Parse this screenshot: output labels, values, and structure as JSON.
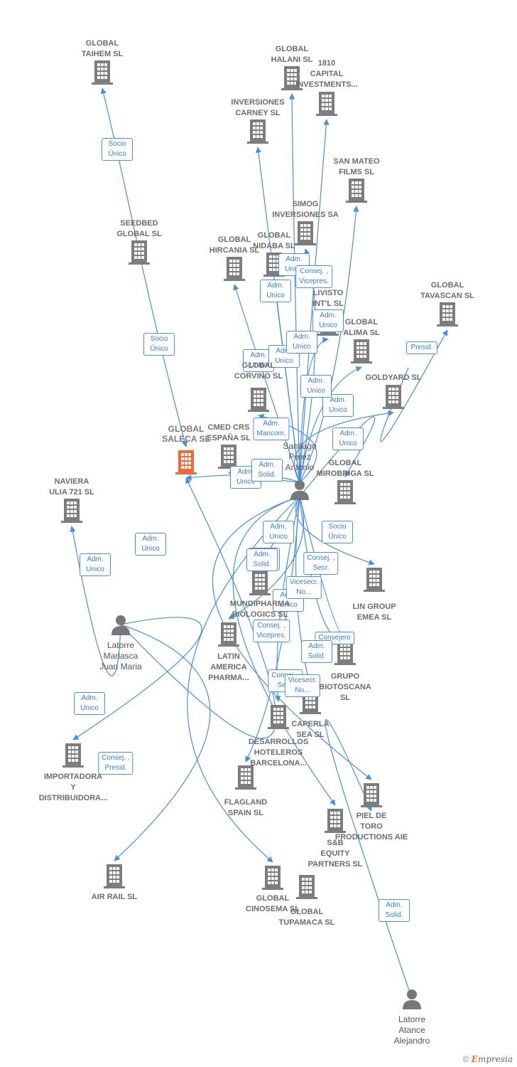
{
  "colors": {
    "edge": "#4a8fd8",
    "building": "#7d7d7d",
    "target": "#f06a35",
    "person": "#777777",
    "label": "#6b6b6b"
  },
  "nodes": [
    {
      "id": "taihem",
      "label": "GLOBAL\nTAIHEM SL",
      "type": "company"
    },
    {
      "id": "halani",
      "label": "GLOBAL\nHALANI  SL",
      "type": "company"
    },
    {
      "id": "capital1810",
      "label": "1810\nCAPITAL\nINVESTMENTS...",
      "type": "company"
    },
    {
      "id": "carney",
      "label": "INVERSIONES\nCARNEY SL",
      "type": "company"
    },
    {
      "id": "sanmateo",
      "label": "SAN MATEO\nFILMS SL",
      "type": "company"
    },
    {
      "id": "simog",
      "label": "SIMOG\nINVERSIONES SA",
      "type": "company"
    },
    {
      "id": "seedbed",
      "label": "SEEDBED\nGLOBAL  SL",
      "type": "company"
    },
    {
      "id": "hircania",
      "label": "GLOBAL\nHIRCANIA  SL",
      "type": "company"
    },
    {
      "id": "nidaba",
      "label": "GLOBAL\nNIDABA  SL",
      "type": "company"
    },
    {
      "id": "livisto",
      "label": "LIVISTO\nINT'L  SL",
      "type": "company"
    },
    {
      "id": "tavascan",
      "label": "GLOBAL\nTAVASCAN  SL",
      "type": "company"
    },
    {
      "id": "alima",
      "label": "GLOBAL\nALIMA SL",
      "type": "company"
    },
    {
      "id": "corvino",
      "label": "GLOBAL\nCORVINO SL",
      "type": "company"
    },
    {
      "id": "goldyard",
      "label": "GOLDYARD SL",
      "type": "company"
    },
    {
      "id": "saleca",
      "label": "GLOBAL\nSALECA  SL",
      "type": "target"
    },
    {
      "id": "cmed",
      "label": "CMED CRS\nESPAÑA  SL",
      "type": "company"
    },
    {
      "id": "santiago",
      "label": "Santiago\nPerez\nAntonio",
      "type": "person"
    },
    {
      "id": "mirobriga",
      "label": "GLOBAL\nMIROBRIGA SL",
      "type": "company"
    },
    {
      "id": "naviera",
      "label": "NAVIERA\nULIA 721  SL",
      "type": "company"
    },
    {
      "id": "lingroup",
      "label": "LIN GROUP\nEMEA  SL",
      "type": "company"
    },
    {
      "id": "mundipharma",
      "label": "MUNDIPHARMA\nBIOLOGICS SL",
      "type": "company"
    },
    {
      "id": "latorremarlasca",
      "label": "Latorre\nMarlasca\nJuan Maria",
      "type": "person"
    },
    {
      "id": "latinamerica",
      "label": "LATIN\nAMERICA\nPHARMA...",
      "type": "company"
    },
    {
      "id": "biotoscana",
      "label": "GRUPO\nBIOTOSCANA\nSL",
      "type": "company"
    },
    {
      "id": "importadora",
      "label": "IMPORTADORA\nY\nDISTRIBUIDORA...",
      "type": "company"
    },
    {
      "id": "caperla",
      "label": "CAPERLA\nSEA SL",
      "type": "company"
    },
    {
      "id": "desarrollos",
      "label": "DESARROLLOS\nHOTELEROS\nBARCELONA...",
      "type": "company"
    },
    {
      "id": "flagland",
      "label": "FLAGLAND\nSPAIN SL",
      "type": "company"
    },
    {
      "id": "pieldetoro",
      "label": "PIEL DE\nTORO\nPRODUCTIONS AIE",
      "type": "company"
    },
    {
      "id": "sb",
      "label": "S&B\nEQUITY\nPARTNERS  SL",
      "type": "company"
    },
    {
      "id": "airrail",
      "label": "AIR RAIL SL",
      "type": "company"
    },
    {
      "id": "cinosema",
      "label": "GLOBAL\nCINOSEMA SL",
      "type": "company"
    },
    {
      "id": "tupamaca",
      "label": "GLOBAL\nTUPAMACA SL",
      "type": "company"
    },
    {
      "id": "latorreatance",
      "label": "Latorre\nAtance\nAlejandro",
      "type": "person"
    }
  ],
  "edges": [
    {
      "from": "seedbed",
      "to": "taihem",
      "label": "Socio\nÚnico"
    },
    {
      "from": "seedbed",
      "to": "saleca",
      "label": "Socio\nÚnico"
    },
    {
      "from": "santiago",
      "to": "halani",
      "label": "Adm.\nUnico"
    },
    {
      "from": "santiago",
      "to": "capital1810",
      "label": "Consej. ,\nVicepres."
    },
    {
      "from": "santiago",
      "to": "carney",
      "label": "Adm.\nUnico"
    },
    {
      "from": "santiago",
      "to": "sanmateo",
      "label": "Adm.\nUnico"
    },
    {
      "from": "santiago",
      "to": "simog",
      "label": "Adm.\nUnico"
    },
    {
      "from": "santiago",
      "to": "hircania",
      "label": "Adm.\nUnico"
    },
    {
      "from": "santiago",
      "to": "nidaba",
      "label": "Adm.\nUnico"
    },
    {
      "from": "santiago",
      "to": "livisto",
      "label": "Adm.\nUnico"
    },
    {
      "from": "santiago",
      "to": "alima",
      "label": "Adm.\nUnico"
    },
    {
      "from": "santiago",
      "to": "corvino",
      "label": "Adm.\nUnico"
    },
    {
      "from": "santiago",
      "to": "goldyard",
      "label": "Adm.\nMancom."
    },
    {
      "from": "santiago",
      "to": "cmed",
      "label": "Adm.\nUnico"
    },
    {
      "from": "santiago",
      "to": "saleca",
      "label": "Adm.\nSolid."
    },
    {
      "from": "santiago",
      "to": "mirobriga",
      "label": "Presid."
    },
    {
      "from": "tavascan_in",
      "to": "tavascan",
      "label": "Socio\nÚnico"
    },
    {
      "from": "santiago",
      "to": "lingroup",
      "label": "Adm.\nUnico"
    },
    {
      "from": "santiago",
      "to": "mundipharma",
      "label": "Adm.\nSolid."
    },
    {
      "from": "santiago",
      "to": "latinamerica",
      "label": "Consej. ,\nSecr."
    },
    {
      "from": "santiago",
      "to": "biotoscana",
      "label": "Consejero"
    },
    {
      "from": "santiago",
      "to": "biotoscana",
      "label": "Adm.\nSolid."
    },
    {
      "from": "santiago",
      "to": "caperla",
      "label": "Adm.\nUnico"
    },
    {
      "from": "santiago",
      "to": "desarrollos",
      "label": "Consej. ,\nVicepres."
    },
    {
      "from": "santiago",
      "to": "flagland",
      "label": "Consej. ,\nSecr."
    },
    {
      "from": "santiago",
      "to": "pieldetoro",
      "label": "Adm.\nUnico"
    },
    {
      "from": "santiago",
      "to": "sb",
      "label": "Adm.\nUnico"
    },
    {
      "from": "santiago",
      "to": "cinosema",
      "label": "Adm.\nUnico"
    },
    {
      "from": "latorremarlasca",
      "to": "naviera",
      "label": "Consej. ,\nPresid."
    },
    {
      "from": "latorremarlasca",
      "to": "saleca",
      "label": "Adm.\nSolid."
    },
    {
      "from": "latorremarlasca",
      "to": "importadora",
      "label": "Vicesecr.\nNo..."
    },
    {
      "from": "latorremarlasca",
      "to": "airrail",
      "label": "Vicesecr.\nNo..."
    },
    {
      "from": "latorreatance",
      "to": "pieldetoro",
      "label": "Adm.\nSolid."
    }
  ],
  "extra_edge_labels": [
    "Adm.\nUnico",
    "Consej. ,\nSecr.",
    "Adm.\nUnico"
  ],
  "footer": {
    "copyright": "©",
    "brand": "mpresia",
    "brand_initial": "E"
  }
}
